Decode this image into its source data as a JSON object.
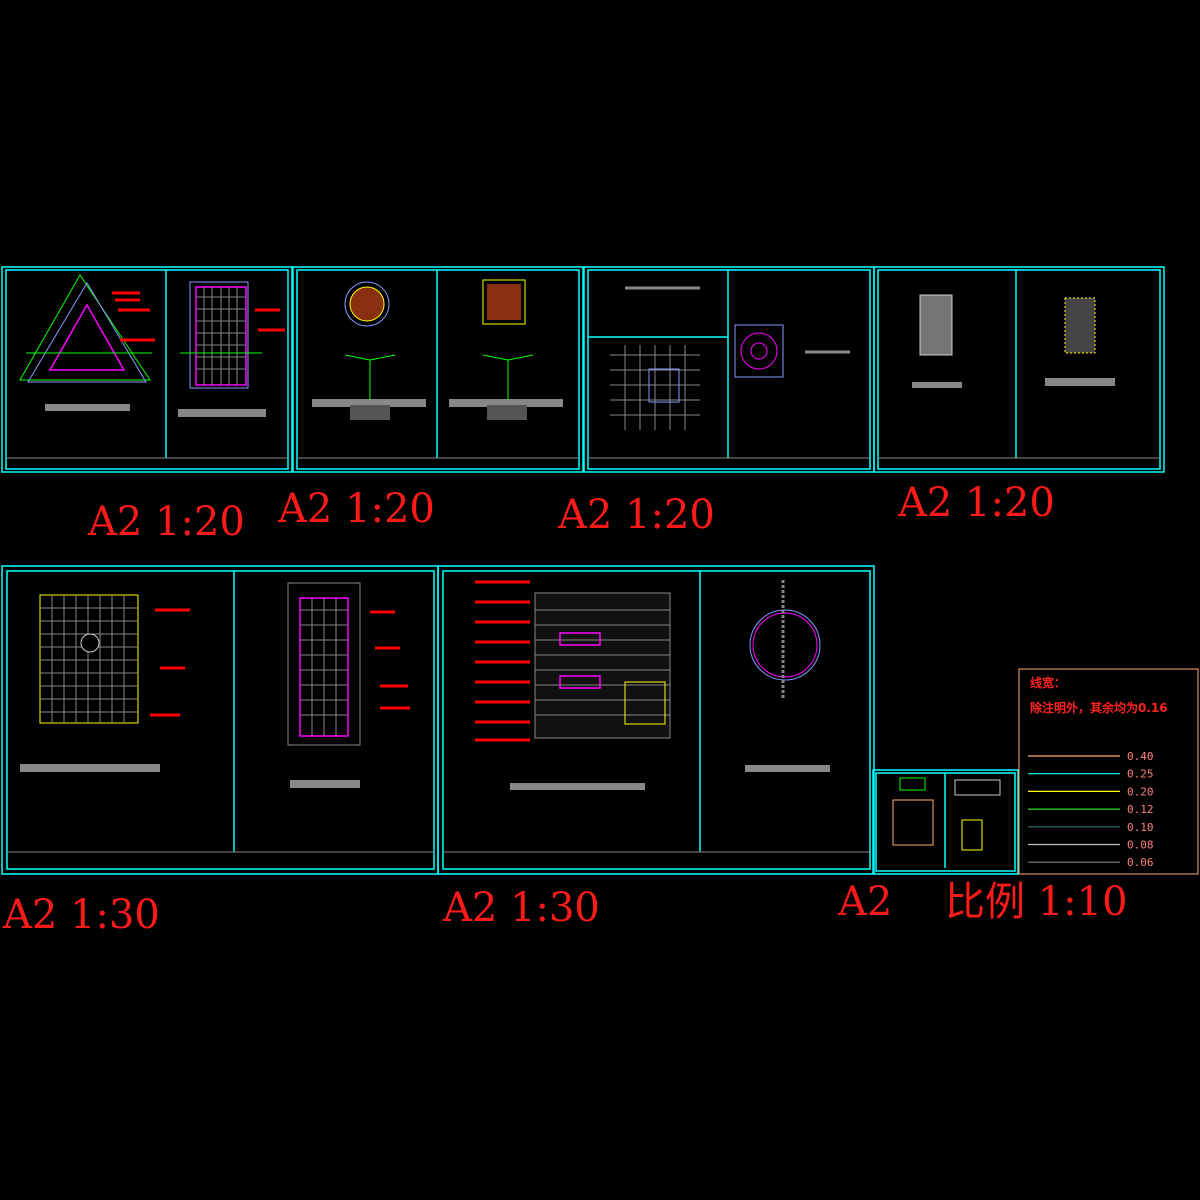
{
  "sheets": [
    {
      "id": "sheet-1",
      "scale_label": "A2 1:20"
    },
    {
      "id": "sheet-2",
      "scale_label": "A2 1:20"
    },
    {
      "id": "sheet-3",
      "scale_label": "A2 1:20"
    },
    {
      "id": "sheet-4",
      "scale_label": "A2 1:20"
    },
    {
      "id": "sheet-5",
      "scale_label": "A2 1:30"
    },
    {
      "id": "sheet-6",
      "scale_label": "A2 1:30"
    },
    {
      "id": "sheet-7",
      "scale_label": "A2",
      "scale_note": "比例 1:10"
    }
  ],
  "legend": {
    "title": "线宽：",
    "note": "除注明外，其余均为0.16",
    "items": [
      {
        "value": "0.40",
        "color": "#ffb070"
      },
      {
        "value": "0.25",
        "color": "#00ffff"
      },
      {
        "value": "0.20",
        "color": "#ffff00"
      },
      {
        "value": "0.12",
        "color": "#22dd22"
      },
      {
        "value": "0.10",
        "color": "#3a6a78"
      },
      {
        "value": "0.08",
        "color": "#c0c0c0"
      },
      {
        "value": "0.06",
        "color": "#808080"
      }
    ]
  },
  "colors": {
    "frame": "#00ffff",
    "annotation": "#ff0000",
    "leader": "#00ff00",
    "outline": "#ff00ff"
  }
}
